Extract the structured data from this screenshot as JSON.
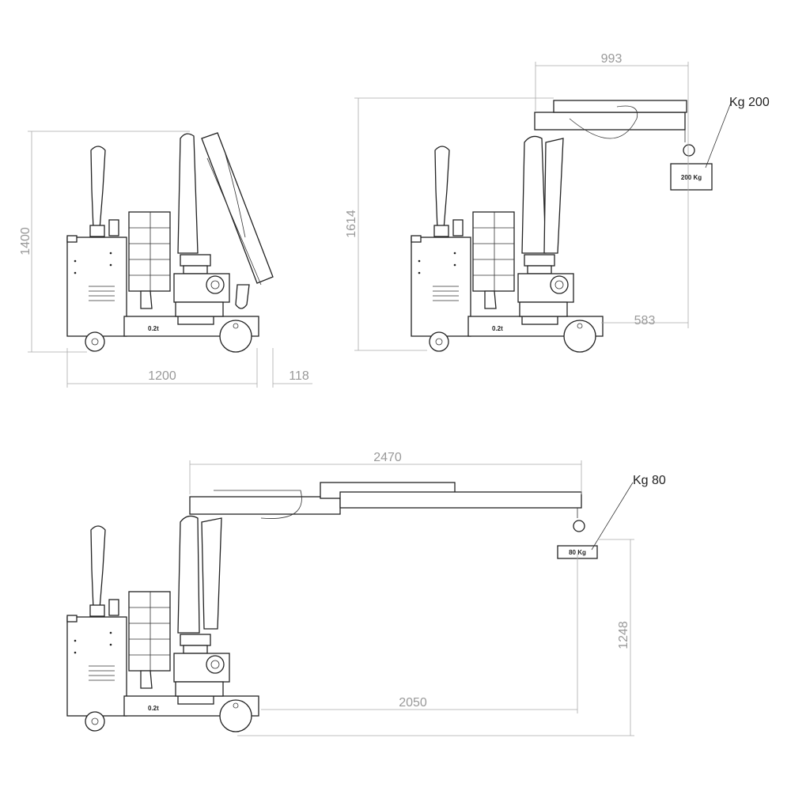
{
  "drawing": {
    "logo_text": "0.2t",
    "views": [
      {
        "name": "folded",
        "dimensions": {
          "height": "1400",
          "base_length": "1200",
          "overhang": "118"
        }
      },
      {
        "name": "extended-200kg",
        "dimensions": {
          "height": "1614",
          "reach": "993",
          "front_reach": "583"
        },
        "load_label": "Kg 200",
        "load_box": "200 Kg"
      },
      {
        "name": "extended-80kg",
        "dimensions": {
          "reach": "2470",
          "front_reach": "2050",
          "hook_height": "1248"
        },
        "load_label": "Kg 80",
        "load_box": "80 Kg"
      }
    ]
  }
}
